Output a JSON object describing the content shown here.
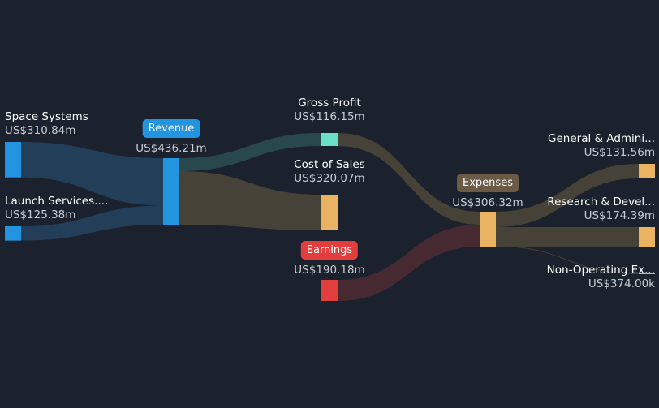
{
  "colors": {
    "background": "#1b222d",
    "revenue": "#2394df",
    "gross_profit": "#68e1c6",
    "cost": "#e9b361",
    "earnings": "#e23e3e",
    "expenses_badge": "#6b5a45",
    "flow_blue": "#23405c",
    "flow_teal": "#2a4b4f",
    "flow_brown": "#4a4439",
    "flow_red": "#4a2a33"
  },
  "nodes": {
    "space_systems": {
      "name": "Space Systems",
      "value": "US$310.84m",
      "amount": 310.84
    },
    "launch_services": {
      "name": "Launch Services....",
      "value": "US$125.38m",
      "amount": 125.38
    },
    "revenue": {
      "name": "Revenue",
      "value": "US$436.21m",
      "amount": 436.21
    },
    "gross_profit": {
      "name": "Gross Profit",
      "value": "US$116.15m",
      "amount": 116.15
    },
    "cost_of_sales": {
      "name": "Cost of Sales",
      "value": "US$320.07m",
      "amount": 320.07
    },
    "earnings": {
      "name": "Earnings",
      "value": "US$190.18m",
      "amount": 190.18
    },
    "expenses": {
      "name": "Expenses",
      "value": "US$306.32m",
      "amount": 306.32
    },
    "general_admin": {
      "name": "General & Admini...",
      "value": "US$131.56m",
      "amount": 131.56
    },
    "research_dev": {
      "name": "Research & Devel...",
      "value": "US$174.39m",
      "amount": 174.39
    },
    "non_operating": {
      "name": "Non-Operating Ex...",
      "value": "US$374.00k",
      "amount": 0.374
    }
  }
}
